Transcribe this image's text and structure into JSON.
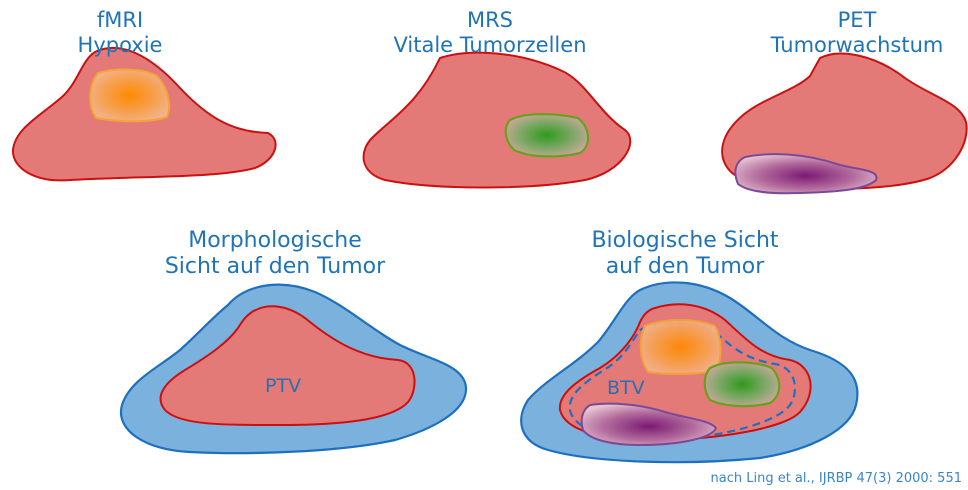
{
  "panels": {
    "fmri": {
      "line1": "fMRI",
      "line2": "Hypoxie"
    },
    "mrs": {
      "line1": "MRS",
      "line2": "Vitale Tumorzellen"
    },
    "pet": {
      "line1": "PET",
      "line2": "Tumorwachstum"
    },
    "morph": {
      "line1": "Morphologische",
      "line2": "Sicht auf den Tumor",
      "region_label": "PTV"
    },
    "bio": {
      "line1": "Biologische Sicht",
      "line2": "auf den Tumor",
      "region_label": "BTV"
    }
  },
  "citation": "nach Ling et al., IJRBP 47(3) 2000: 551",
  "colors": {
    "tumor_fill": "#e47a78",
    "tumor_stroke": "#cc1010",
    "margin_fill": "#7ab2dd",
    "margin_stroke": "#1e6fc0",
    "hypoxia": "#f08a1a",
    "vital": "#3a9a2a",
    "growth": "#8a2a80",
    "text": "#1f74b8"
  }
}
